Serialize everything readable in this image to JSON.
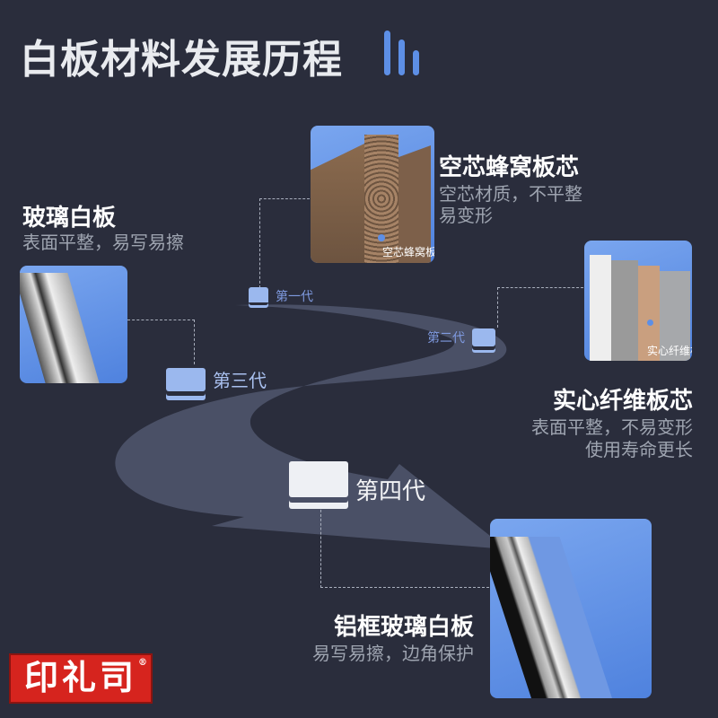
{
  "title": "白板材料发展历程",
  "colors": {
    "background": "#2a2d3c",
    "accent": "#5d8fe6",
    "road": "#4a5066",
    "logo_red": "#d6241e"
  },
  "stages": [
    {
      "generation": "第一代",
      "name": "空芯蜂窝板芯",
      "desc": [
        "空芯材质，不平整",
        "易变形"
      ],
      "photo_caption": "空芯蜂窝板"
    },
    {
      "generation": "第二代",
      "name": "实心纤维板芯",
      "desc": [
        "表面平整，不易变形",
        "使用寿命更长"
      ],
      "photo_caption": "实心纤维板"
    },
    {
      "generation": "第三代",
      "name": "玻璃白板",
      "desc": [
        "表面平整，易写易擦"
      ]
    },
    {
      "generation": "第四代",
      "name": "铝框玻璃白板",
      "desc": [
        "易写易擦，边角保护"
      ]
    }
  ],
  "icon": "whiteboard-icon",
  "logo": {
    "text": "印礼司",
    "mark": "®"
  }
}
